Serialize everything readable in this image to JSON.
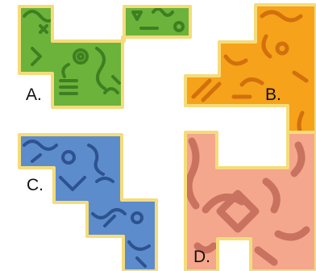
{
  "puzzle": {
    "pieces": [
      {
        "id": "A",
        "label": "A.",
        "fill": "#6bb33a",
        "pattern": "#3f7f22",
        "border": "#f5dc7a"
      },
      {
        "id": "B",
        "label": "B.",
        "fill": "#f6a21a",
        "pattern": "#d2700d",
        "border": "#f5dc7a"
      },
      {
        "id": "C",
        "label": "C.",
        "fill": "#5c8ccc",
        "pattern": "#2e5290",
        "border": "#f5dc7a"
      },
      {
        "id": "D",
        "label": "D.",
        "fill": "#f4a78c",
        "pattern": "#c8725f",
        "border": "#f5dc7a"
      }
    ]
  }
}
